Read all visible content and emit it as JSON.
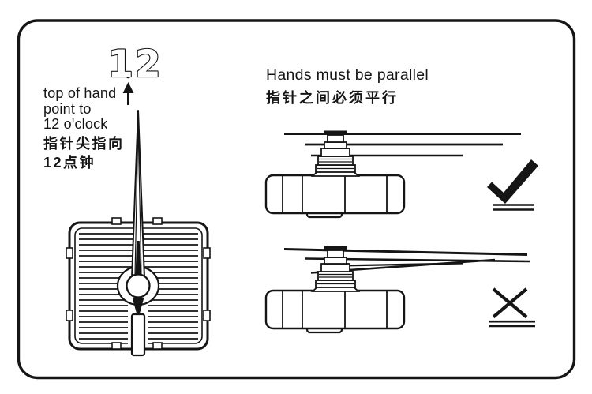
{
  "canvas": {
    "bg": "#ffffff",
    "ink": "#151515"
  },
  "left_panel": {
    "top_label": "12",
    "note_en": "top of hand\npoint to\n12 o'clock",
    "note_zh": "指针尖指向\n12点钟",
    "arrow_icon": "up-arrow-icon"
  },
  "right_panel": {
    "heading_en": "Hands must be parallel",
    "heading_zh": "指针之间必须平行",
    "good_icon": "check-icon",
    "bad_icon": "x-icon"
  }
}
